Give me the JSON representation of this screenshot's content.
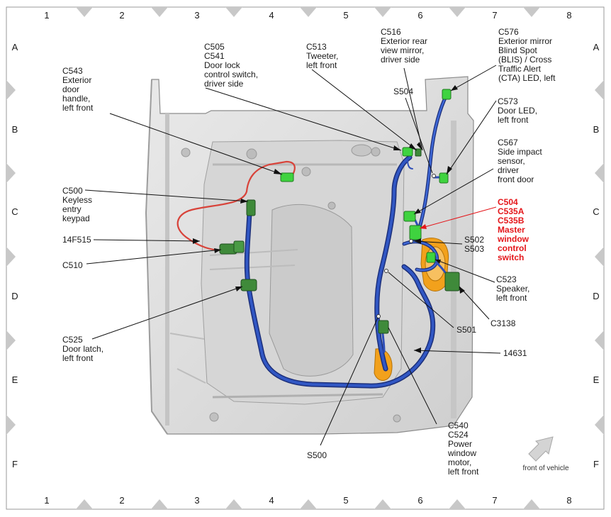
{
  "grid": {
    "columns": [
      "1",
      "2",
      "3",
      "4",
      "5",
      "6",
      "7",
      "8"
    ],
    "rows": [
      "A",
      "B",
      "C",
      "D",
      "E",
      "F"
    ]
  },
  "callouts": [
    {
      "id": "c543",
      "lines": [
        "C543",
        "Exterior",
        "door",
        "handle,",
        "left front"
      ]
    },
    {
      "id": "c505",
      "lines": [
        "C505",
        "C541",
        "Door lock",
        "control switch,",
        "driver side"
      ]
    },
    {
      "id": "c513",
      "lines": [
        "C513",
        "Tweeter,",
        "left front"
      ]
    },
    {
      "id": "c516",
      "lines": [
        "C516",
        "Exterior rear",
        "view mirror,",
        "driver side"
      ]
    },
    {
      "id": "c576",
      "lines": [
        "C576",
        "Exterior mirror",
        "Blind Spot",
        "(BLIS) / Cross",
        "Traffic Alert",
        "(CTA) LED, left"
      ]
    },
    {
      "id": "s504",
      "lines": [
        "S504"
      ]
    },
    {
      "id": "c573",
      "lines": [
        "C573",
        "Door LED,",
        "left front"
      ]
    },
    {
      "id": "c567",
      "lines": [
        "C567",
        "Side impact",
        "sensor,",
        "driver",
        "front door"
      ]
    },
    {
      "id": "c500",
      "lines": [
        "C500",
        "Keyless",
        "entry",
        "keypad"
      ]
    },
    {
      "id": "c504",
      "lines": [
        "C504",
        "C535A",
        "C535B",
        "Master",
        "window",
        "control",
        "switch"
      ]
    },
    {
      "id": "w14f515",
      "lines": [
        "14F515"
      ]
    },
    {
      "id": "s502",
      "lines": [
        "S502",
        "S503"
      ]
    },
    {
      "id": "c510",
      "lines": [
        "C510"
      ]
    },
    {
      "id": "c523",
      "lines": [
        "C523",
        "Speaker,",
        "left front"
      ]
    },
    {
      "id": "c3138",
      "lines": [
        "C3138"
      ]
    },
    {
      "id": "c525",
      "lines": [
        "C525",
        "Door latch,",
        "left front"
      ]
    },
    {
      "id": "s501",
      "lines": [
        "S501"
      ]
    },
    {
      "id": "w14631",
      "lines": [
        "14631"
      ]
    },
    {
      "id": "c540",
      "lines": [
        "C540",
        "C524",
        "Power",
        "window",
        "motor,",
        "left front"
      ]
    },
    {
      "id": "s500",
      "lines": [
        "S500"
      ]
    }
  ],
  "front_of_vehicle": "front of vehicle",
  "colors": {
    "harness": "#2f4fb8",
    "harness_dark": "#1c2f7a",
    "red_wire": "#d8433a",
    "connector_green": "#3fd33f",
    "connector_dark": "#3f8a3a",
    "door_panel": "#dcdcdc",
    "highlight_red": "#e4161a",
    "orange_part": "#f2a11c"
  }
}
